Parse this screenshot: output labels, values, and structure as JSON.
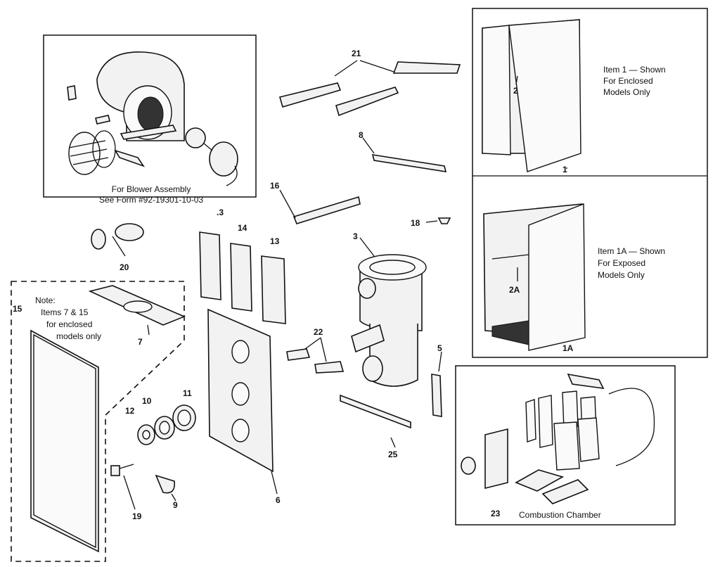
{
  "blower_box": {
    "caption_line1": "For Blower Assembly",
    "caption_line2": "See Form #92-19301-10-03"
  },
  "item1_box": {
    "note_line1": "Item 1 — Shown",
    "note_line2": "For Enclosed",
    "note_line3": "Models Only"
  },
  "item1a_box": {
    "note_line1": "Item 1A — Shown",
    "note_line2": "For Exposed",
    "note_line3": "Models Only"
  },
  "dashed_box": {
    "note_line1": "Note:",
    "note_line2": "Items 7 & 15",
    "note_line3": "for enclosed",
    "note_line4": "models only"
  },
  "combustion_box": {
    "caption": "Combustion Chamber"
  },
  "labels": {
    "p21": "21",
    "p2": "2",
    "p1": "1",
    "p8": "8",
    "p16": "16",
    "p18": "18",
    "p3a": ".3",
    "p14": "14",
    "p13": "13",
    "p3b": "3",
    "p20": "20",
    "p2a": "2A",
    "p1a": "1A",
    "p15": "15",
    "p7": "7",
    "p22": "22",
    "p5": "5",
    "p11": "11",
    "p10": "10",
    "p12": "12",
    "p25": "25",
    "p6": "6",
    "p19": "19",
    "p9": "9",
    "p23": "23"
  }
}
